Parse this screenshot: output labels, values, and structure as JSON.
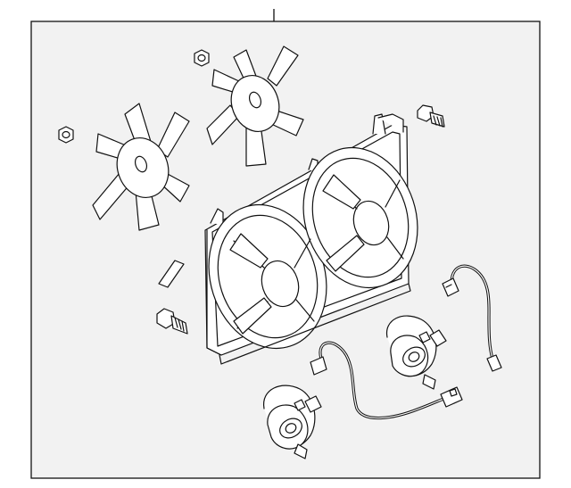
{
  "diagram": {
    "background": "#ffffff",
    "panel_fill": "#f2f2f2",
    "line_color": "#111111",
    "parts": [
      {
        "name": "fan-shroud-assembly"
      },
      {
        "name": "left-fan-blade"
      },
      {
        "name": "right-fan-blade"
      },
      {
        "name": "left-fan-motor"
      },
      {
        "name": "right-fan-motor"
      },
      {
        "name": "left-motor-harness"
      },
      {
        "name": "right-motor-harness"
      },
      {
        "name": "upper-nut"
      },
      {
        "name": "left-nut"
      },
      {
        "name": "upper-mounting-bolt"
      },
      {
        "name": "lower-mounting-bolt"
      },
      {
        "name": "foam-seal"
      }
    ]
  }
}
